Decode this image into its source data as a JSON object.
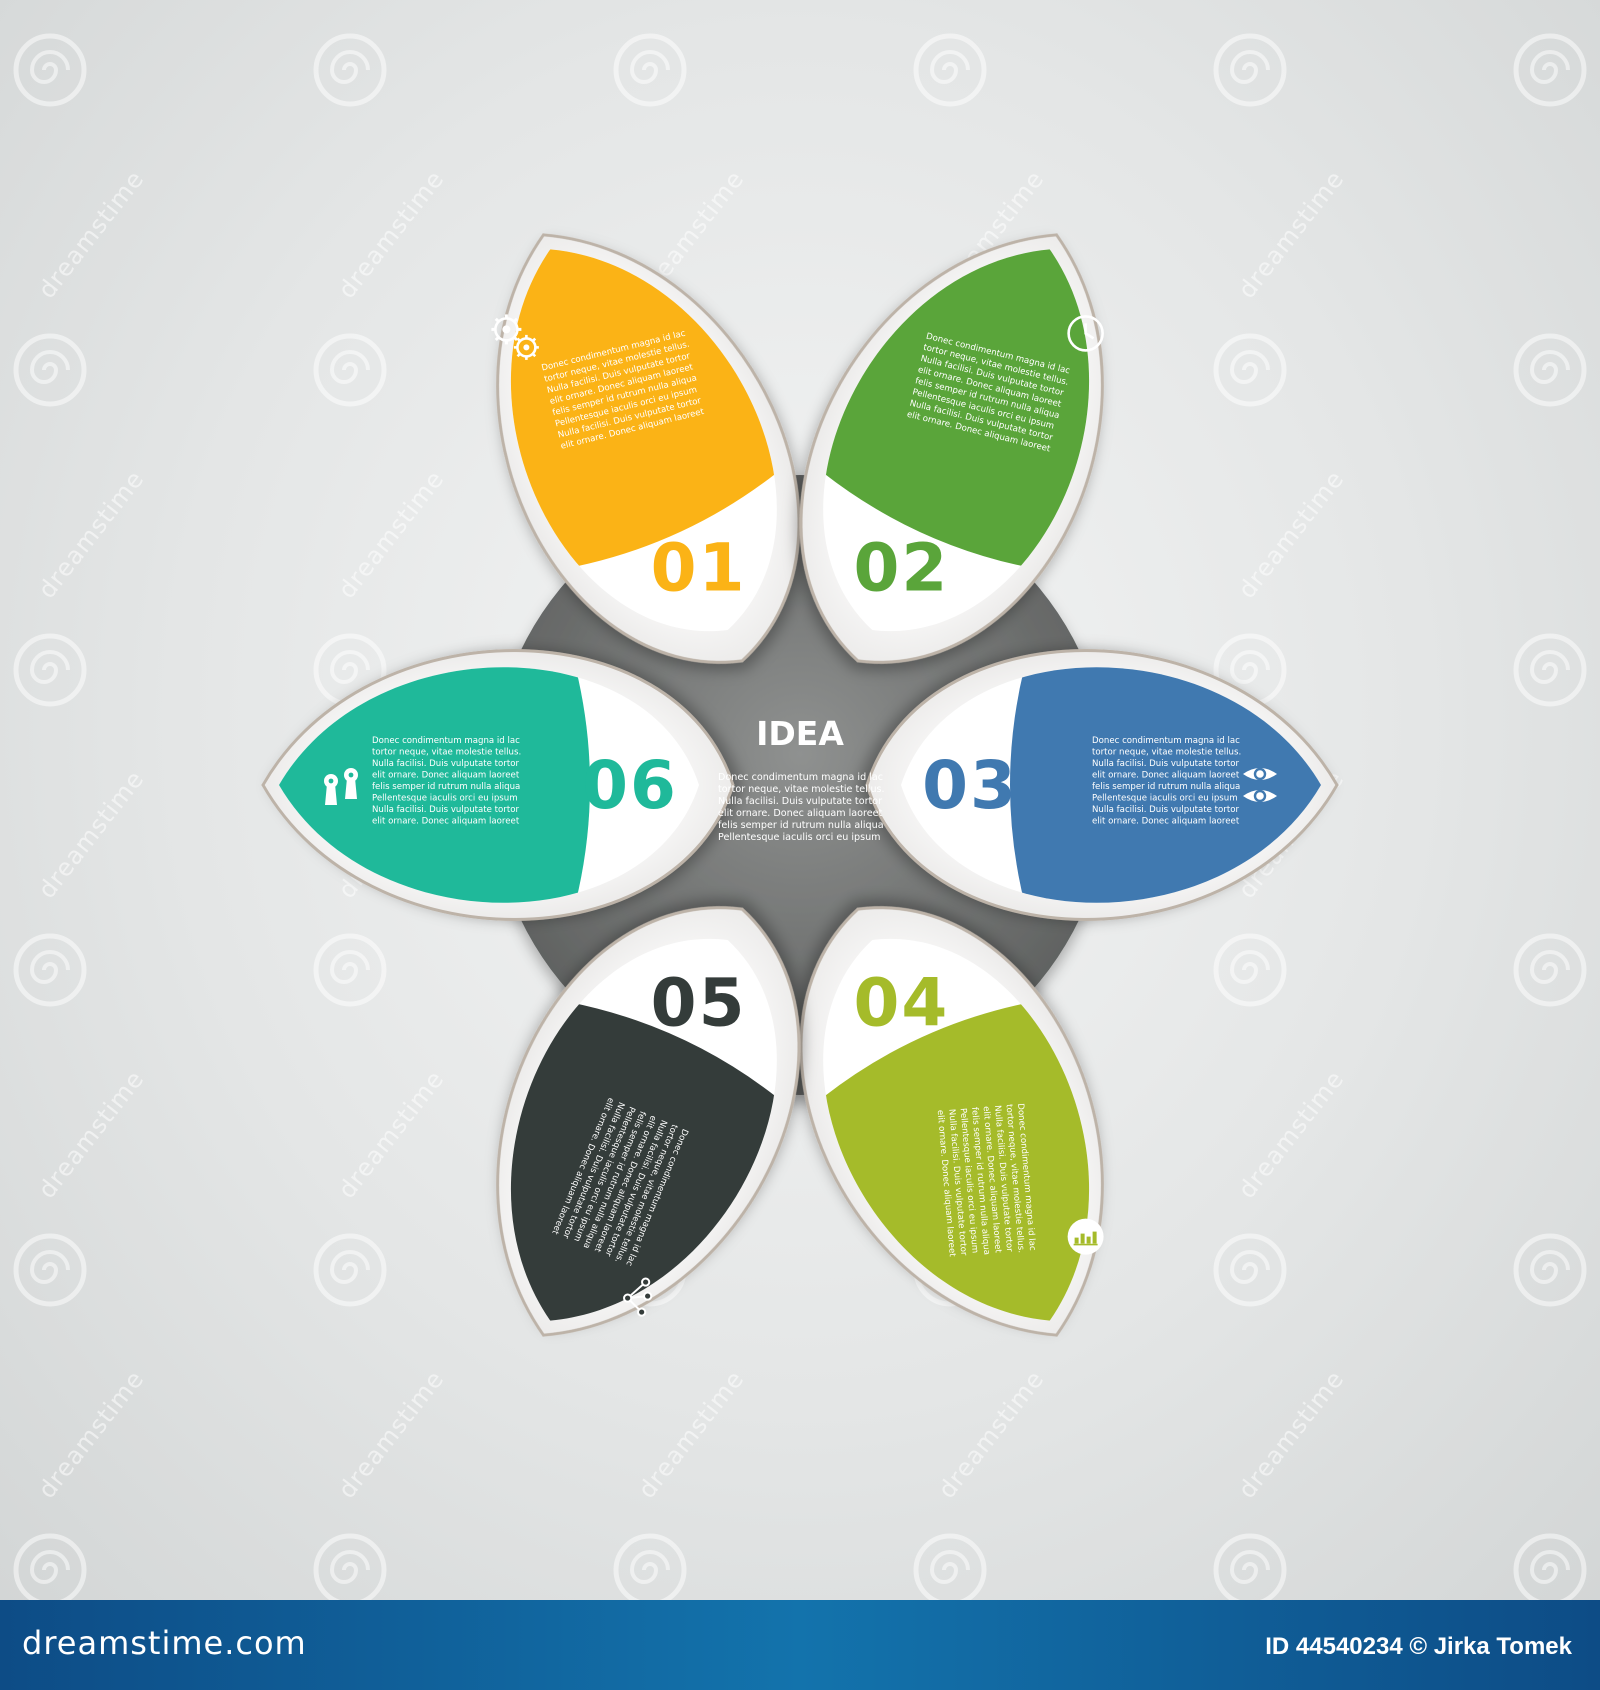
{
  "center": {
    "title": "IDEA",
    "text": [
      "Donec condimentum magna id lac",
      "tortor neque, vitae molestie tellus.",
      "Nulla facilisi. Duis vulputate tortor",
      "elit ornare. Donec aliquam laoreet",
      "felis semper id rutrum nulla aliqua",
      "Pellentesque iaculis orci eu ipsum"
    ]
  },
  "petals": [
    {
      "number": "01",
      "color": "#fbb316",
      "icon": "gears-icon",
      "text": [
        "Donec condimentum magna id lac",
        "tortor neque, vitae molestie tellus.",
        "Nulla facilisi. Duis vulputate tortor",
        "elit ornare. Donec aliquam laoreet",
        "felis semper id rutrum nulla aliqua",
        "Pellentesque iaculis orci eu ipsum",
        "Nulla facilisi. Duis vulputate tortor",
        "elit ornare. Donec aliquam laoreet"
      ]
    },
    {
      "number": "02",
      "color": "#5aa53a",
      "icon": "clock-icon",
      "text": [
        "Donec condimentum magna id lac",
        "tortor neque, vitae molestie tellus.",
        "Nulla facilisi. Duis vulputate tortor",
        "elit ornare. Donec aliquam laoreet",
        "felis semper id rutrum nulla aliqua",
        "Pellentesque iaculis orci eu ipsum",
        "Nulla facilisi. Duis vulputate tortor",
        "elit ornare. Donec aliquam laoreet"
      ]
    },
    {
      "number": "03",
      "color": "#4079b0",
      "icon": "eyes-icon",
      "text": [
        "Donec condimentum magna id lac",
        "tortor neque, vitae molestie tellus.",
        "Nulla facilisi. Duis vulputate tortor",
        "elit ornare. Donec aliquam laoreet",
        "felis semper id rutrum nulla aliqua",
        "Pellentesque iaculis orci eu ipsum",
        "Nulla facilisi. Duis vulputate tortor",
        "elit ornare. Donec aliquam laoreet"
      ]
    },
    {
      "number": "04",
      "color": "#a5bb2a",
      "icon": "bar-chart-icon",
      "text": [
        "Donec condimentum magna id lac",
        "tortor neque, vitae molestie tellus.",
        "Nulla facilisi. Duis vulputate tortor",
        "elit ornare. Donec aliquam laoreet",
        "felis semper id rutrum nulla aliqua",
        "Pellentesque iaculis orci eu ipsum",
        "Nulla facilisi. Duis vulputate tortor",
        "elit ornare. Donec aliquam laoreet"
      ]
    },
    {
      "number": "05",
      "color": "#343c3a",
      "icon": "share-icon",
      "text": [
        "Donec condimentum magna id lac",
        "tortor neque, vitae molestie tellus.",
        "Nulla facilisi. Duis vulputate tortor",
        "elit ornare. Donec aliquam laoreet",
        "felis semper id rutrum nulla aliqua",
        "Pellentesque iaculis orci eu ipsum",
        "Nulla facilisi. Duis vulputate tortor",
        "elit ornare. Donec aliquam laoreet"
      ]
    },
    {
      "number": "06",
      "color": "#1fb99a",
      "icon": "keyholes-icon",
      "text": [
        "Donec condimentum magna id lac",
        "tortor neque, vitae molestie tellus.",
        "Nulla facilisi. Duis vulputate tortor",
        "elit ornare. Donec aliquam laoreet",
        "felis semper id rutrum nulla aliqua",
        "Pellentesque iaculis orci eu ipsum",
        "Nulla facilisi. Duis vulputate tortor",
        "elit ornare. Donec aliquam laoreet"
      ]
    }
  ],
  "watermark": {
    "text": "dreamstime"
  },
  "footer": {
    "site": "dreamstime.com",
    "credit": "ID 44540234 © Jirka Tomek"
  }
}
